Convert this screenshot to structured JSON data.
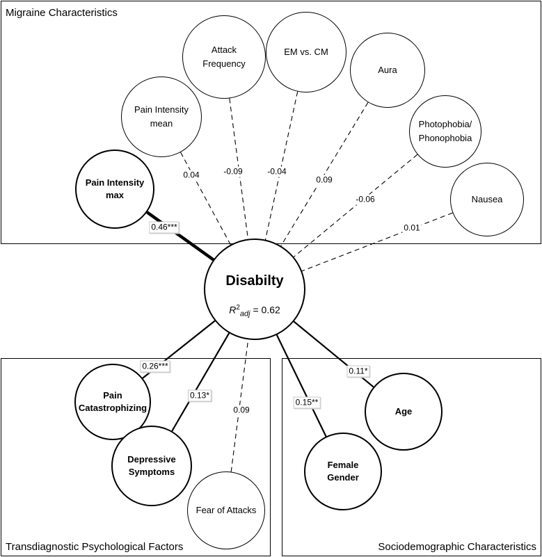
{
  "groups": {
    "migraine": "Migraine Characteristics",
    "psych": "Transdiagnostic Psychological Factors",
    "socio": "Sociodemographic Characteristics"
  },
  "outcome": {
    "title": "Disabilty",
    "r2_symbol": "R",
    "r2_sup": "2",
    "r2_sub": "adj",
    "r2_value": " = 0.62"
  },
  "predictors": [
    {
      "id": "pain-intensity-max",
      "label": "Pain Intensity\nmax",
      "coef": "0.46***",
      "significant": true
    },
    {
      "id": "pain-intensity-mean",
      "label": "Pain Intensity\nmean",
      "coef": "0.04",
      "significant": false
    },
    {
      "id": "attack-frequency",
      "label": "Attack\nFrequency",
      "coef": "-0.09",
      "significant": false
    },
    {
      "id": "em-vs-cm",
      "label": "EM vs. CM",
      "coef": "-0.04",
      "significant": false
    },
    {
      "id": "aura",
      "label": "Aura",
      "coef": "0.09",
      "significant": false
    },
    {
      "id": "photophobia",
      "label": "Photophobia/\nPhonophobia",
      "coef": "-0.06",
      "significant": false
    },
    {
      "id": "nausea",
      "label": "Nausea",
      "coef": "0.01",
      "significant": false
    },
    {
      "id": "pain-catastrophizing",
      "label": "Pain\nCatastrophizing",
      "coef": "0.26***",
      "significant": true
    },
    {
      "id": "depressive-symptoms",
      "label": "Depressive\nSymptoms",
      "coef": "0.13*",
      "significant": true
    },
    {
      "id": "fear-of-attacks",
      "label": "Fear of Attacks",
      "coef": "0.09",
      "significant": false
    },
    {
      "id": "female-gender",
      "label": "Female\nGender",
      "coef": "0.15**",
      "significant": true
    },
    {
      "id": "age",
      "label": "Age",
      "coef": "0.11*",
      "significant": true
    }
  ]
}
